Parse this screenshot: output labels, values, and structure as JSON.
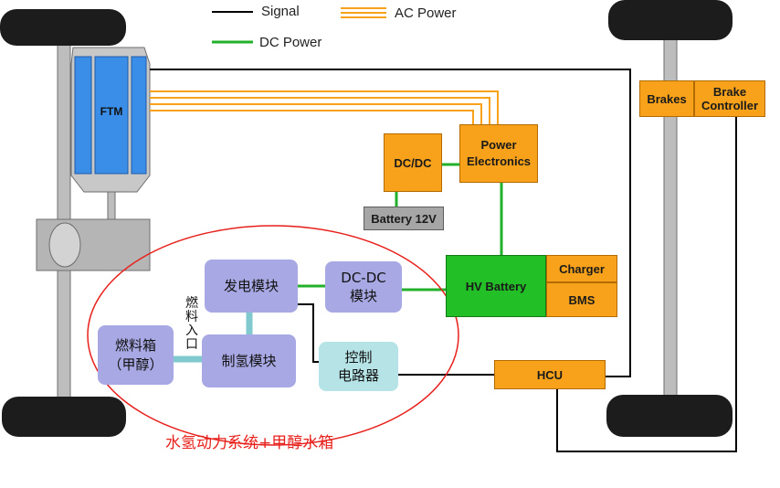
{
  "legend": {
    "signal": "Signal",
    "ac_power": "AC Power",
    "dc_power": "DC Power"
  },
  "components": {
    "ftm": "FTM",
    "brakes": "Brakes",
    "brake_controller_line1": "Brake",
    "brake_controller_line2": "Controller",
    "dcdc_top": "DC/DC",
    "power_electronics_line1": "Power",
    "power_electronics_line2": "Electronics",
    "battery_12v": "Battery 12V",
    "hv_battery": "HV Battery",
    "charger": "Charger",
    "bms": "BMS",
    "hcu": "HCU"
  },
  "hydrogen_system": {
    "generator_module": "发电模块",
    "dcdc_module_line1": "DC-DC",
    "dcdc_module_line2": "模块",
    "fuel_tank_line1": "燃料箱",
    "fuel_tank_line2": "（甲醇）",
    "hydrogen_module": "制氢模块",
    "control_circuit_line1": "控制",
    "control_circuit_line2": "电路器",
    "fuel_inlet_chars": [
      "燃",
      "料",
      "入",
      "口"
    ],
    "caption": "水氢动力系统+甲醇水箱"
  },
  "colors": {
    "signal": "#000000",
    "ac_power": "#f7a21a",
    "dc_power": "#22b02a",
    "component_orange": "#f7a21a",
    "hv_battery_green": "#22c026",
    "module_purple": "#a8a8e4",
    "control_teal": "#b6e3e6",
    "pipe_teal": "#7fc9cf",
    "outline_red": "#e8201c",
    "ftm_blue": "#3a8ee8"
  }
}
